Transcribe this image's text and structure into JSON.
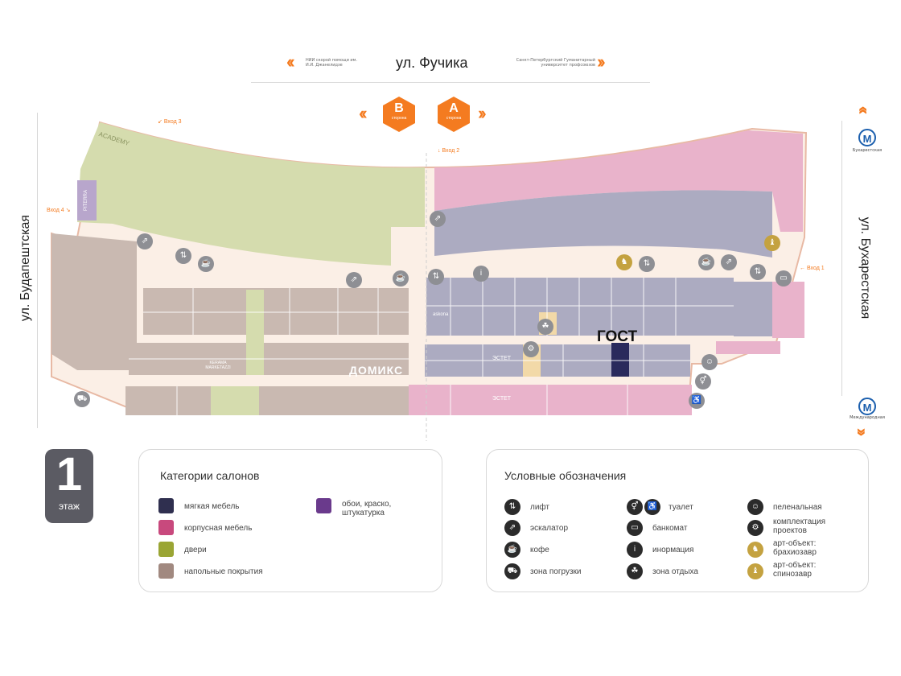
{
  "top": {
    "street": "ул. Фучика",
    "left_note": "НИИ скорой помощи им. И.И. Джанелидзе",
    "right_note": "Санкт-Петербургский Гуманитарный университет профсоюзов"
  },
  "sides": {
    "b_letter": "B",
    "b_word": "сторона",
    "a_letter": "A",
    "a_word": "сторона"
  },
  "streets": {
    "left": "ул. Будапештская",
    "right": "ул. Бухарестская"
  },
  "metro": {
    "top_station": "Бухарестская",
    "bottom_station": "Международная",
    "symbol": "M"
  },
  "entrances": {
    "e1": "Вход 1",
    "e2": "Вход 2",
    "e3": "Вход 3",
    "e4": "Вход 4"
  },
  "map_labels": {
    "gost": "ГОСТ",
    "domiks": "ДОМИКС",
    "academy": "ACADEMY",
    "piterra": "PITERRA",
    "estet1": "ЭСТЕТ",
    "estet2": "ЭСТЕТ",
    "askona": "askona",
    "kerama": "KERAMA MARKETAZZI"
  },
  "floor": {
    "number": "1",
    "label": "этаж"
  },
  "categories": {
    "title": "Категории салонов",
    "items": [
      {
        "label": "мягкая мебель",
        "color": "#2f2f4f"
      },
      {
        "label": "корпусная мебель",
        "color": "#c8497d"
      },
      {
        "label": "двери",
        "color": "#9aa534"
      },
      {
        "label": "напольные покрытия",
        "color": "#a18980"
      },
      {
        "label": "обои, краско, штукатурка",
        "color": "#6a3a8c"
      }
    ]
  },
  "legend": {
    "title": "Условные обозначения",
    "items": [
      {
        "label": "лифт",
        "icon": "elevator-icon"
      },
      {
        "label": "эскалатор",
        "icon": "escalator-icon"
      },
      {
        "label": "кофе",
        "icon": "coffee-icon"
      },
      {
        "label": "зона погрузки",
        "icon": "loading-zone-icon"
      },
      {
        "label": "туалет",
        "icon": "toilet-icon"
      },
      {
        "label": "банкомат",
        "icon": "atm-icon"
      },
      {
        "label": "инормация",
        "icon": "info-icon"
      },
      {
        "label": "зона отдыха",
        "icon": "rest-zone-icon"
      },
      {
        "label": "пеленальная",
        "icon": "baby-changing-icon"
      },
      {
        "label": "комплектация проектов",
        "icon": "projects-icon"
      },
      {
        "label": "арт-объект: брахиозавр",
        "icon": "brachiosaurus-icon"
      },
      {
        "label": "арт-объект: спинозавр",
        "icon": "spinosaurus-icon"
      }
    ]
  },
  "colors": {
    "pink": "#e9b3cb",
    "lilac": "#acabc1",
    "olive": "#d5dcae",
    "beige": "#c9b9b1",
    "corridor": "#fbefe6",
    "accent": "#f47b20",
    "gost_block": "#2a2a5c"
  }
}
